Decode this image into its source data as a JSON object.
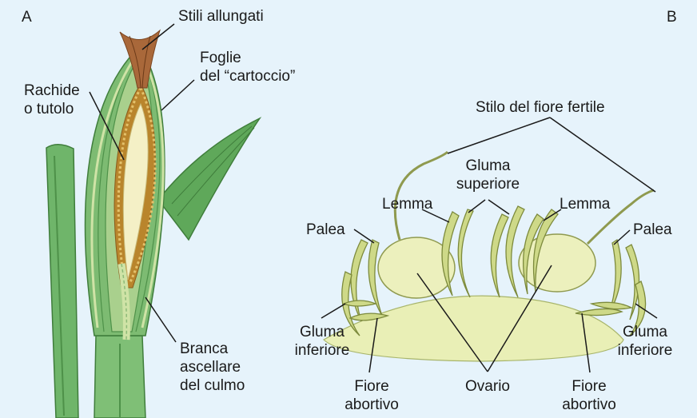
{
  "panels": {
    "a": "A",
    "b": "B"
  },
  "labels_a": {
    "stili": "Stili allungati",
    "foglie": [
      "Foglie",
      "del “cartoccio”"
    ],
    "rachide": [
      "Rachide",
      "o tutolo"
    ],
    "branca": [
      "Branca",
      "ascellare",
      "del culmo"
    ]
  },
  "labels_b": {
    "stilo": "Stilo del fiore fertile",
    "gluma_sup": [
      "Gluma",
      "superiore"
    ],
    "lemma_left": "Lemma",
    "lemma_right": "Lemma",
    "palea_left": "Palea",
    "palea_right": "Palea",
    "gluma_inf_left": [
      "Gluma",
      "inferiore"
    ],
    "gluma_inf_right": [
      "Gluma",
      "inferiore"
    ],
    "fiore_left": [
      "Fiore",
      "abortivo"
    ],
    "fiore_right": [
      "Fiore",
      "abortivo"
    ],
    "ovario": "Ovario"
  },
  "colors": {
    "background": "#e6f3fb",
    "husk_green": "#5fa85a",
    "spikelet_yellow": "#e9efb6",
    "style_brown": "#8a4a22"
  }
}
